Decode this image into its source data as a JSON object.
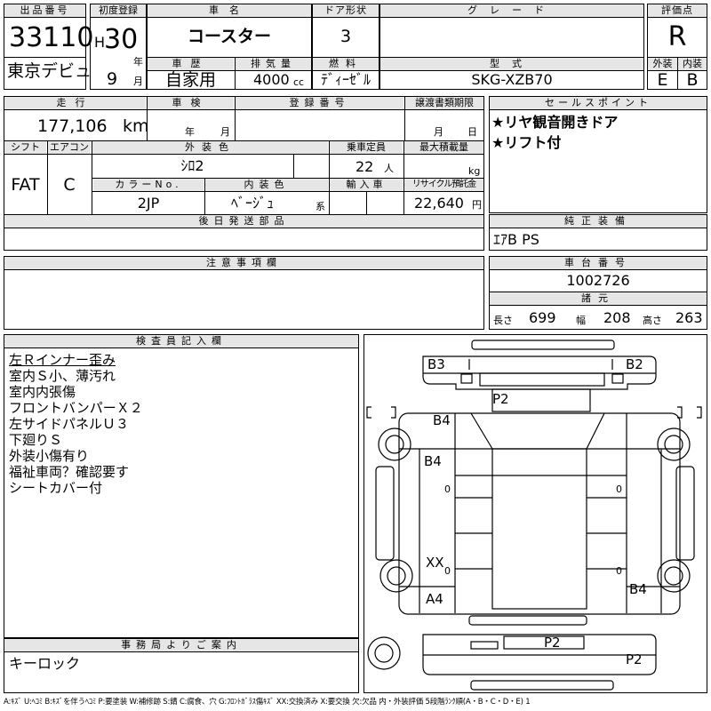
{
  "header": {
    "lot_no_label": "出品番号",
    "lot_no": "33110",
    "venue": "東京デビュ",
    "first_reg_label": "初度登録",
    "era": "H",
    "year": "30",
    "year_unit": "年",
    "month": "9",
    "month_unit": "月",
    "car_name_label": "車名",
    "car_name": "コースター",
    "history_label": "車歴",
    "history": "自家用",
    "displacement_label": "排気量",
    "displacement": "4000",
    "displacement_unit": "cc",
    "doors_label": "ドア形状",
    "doors": "3",
    "fuel_label": "燃料",
    "fuel": "ﾃﾞｨｰｾﾞﾙ",
    "grade_label": "グレード",
    "grade": "",
    "model_label": "型式",
    "model": "SKG-XZB70",
    "score_label": "評価点",
    "score": "R",
    "ext_label": "外装",
    "ext": "E",
    "int_label": "内装",
    "int": "B"
  },
  "row2": {
    "mileage_label": "走行",
    "mileage": "177,106",
    "mileage_unit": "km",
    "inspection_label": "車検",
    "insp_year_unit": "年",
    "insp_month_unit": "月",
    "reg_no_label": "登録番号",
    "transfer_label": "譲渡書類期限",
    "transfer_month_unit": "月",
    "transfer_day_unit": "日",
    "shift_label": "シフト",
    "shift": "FAT",
    "ac_label": "エアコン",
    "ac": "C",
    "ext_color_label": "外装色",
    "ext_color": "ｼﾛ2",
    "capacity_label": "乗車定員",
    "capacity": "22",
    "capacity_unit": "人",
    "max_load_label": "最大積載量",
    "max_load_unit": "kg",
    "color_no_label": "カラーNo.",
    "color_no": "2JP",
    "int_color_label": "内装色",
    "int_color": "ﾍﾞｰｼﾞｭ",
    "int_color_suffix": "系",
    "import_label": "輸入車",
    "recycle_label": "リサイクル預託金",
    "recycle": "22,640",
    "recycle_unit": "円",
    "later_parts_label": "後日発送部品",
    "sales_points_label": "セールスポイント",
    "sales_points": [
      "★リヤ観音開きドア",
      "★リフト付"
    ],
    "genuine_label": "純正装備",
    "genuine": "ｴｱB PS"
  },
  "row3": {
    "notes_label": "注意事項欄",
    "chassis_label": "車台番号",
    "chassis": "1002726",
    "spec_label": "諸元",
    "length_label": "長さ",
    "length": "699",
    "width_label": "幅",
    "width": "208",
    "height_label": "高さ",
    "height": "263"
  },
  "inspector": {
    "label": "検査員記入欄",
    "lines": [
      "左Ｒインナー歪み",
      "室内Ｓ小、薄汚れ",
      "室内内張傷",
      "フロントバンパーＸ２",
      "左サイドパネルＵ３",
      "下廻りＳ",
      "外装小傷有り",
      "福祉車両？確認要す",
      "シートカバー付"
    ]
  },
  "office": {
    "label": "事務局よりご案内",
    "text": "キーロック"
  },
  "diagram": {
    "marks": {
      "b3": "B3",
      "b2": "B2",
      "p2_top": "P2",
      "b4_a": "B4",
      "b4_b": "B4",
      "xx": "XX",
      "a4": "A4",
      "b4_c": "B4",
      "p2_mid": "P2",
      "p2_bot": "P2",
      "o1": "0",
      "o2": "0",
      "o3": "0",
      "o4": "0"
    }
  },
  "legend": "A:ｷｽﾞ U:ﾍｺﾐ B:ｷｽﾞを伴うﾍｺﾐ P:要塗装 W:補修跡 S:錆 C:腐食、穴 G:ﾌﾛﾝﾄｶﾞﾗｽ傷ｷｽﾞ XX:交換済み X:要交換 欠:欠品 内・外装評価 5段階ﾗﾝｸ順(A・B・C・D・E) 1"
}
